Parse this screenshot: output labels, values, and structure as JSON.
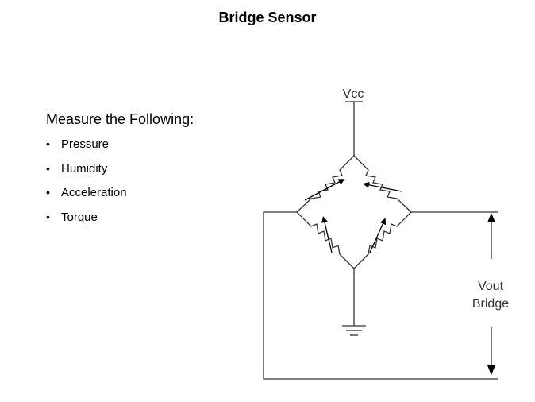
{
  "title": "Bridge Sensor",
  "heading": "Measure the Following:",
  "bullets": [
    "Pressure",
    "Humidity",
    "Acceleration",
    "Torque"
  ],
  "bullet_glyph": "•",
  "diagram": {
    "vcc_label": "Vcc",
    "vout_label_line1": "Vout",
    "vout_label_line2": "Bridge"
  },
  "colors": {
    "line": "#333333",
    "text": "#000000"
  }
}
